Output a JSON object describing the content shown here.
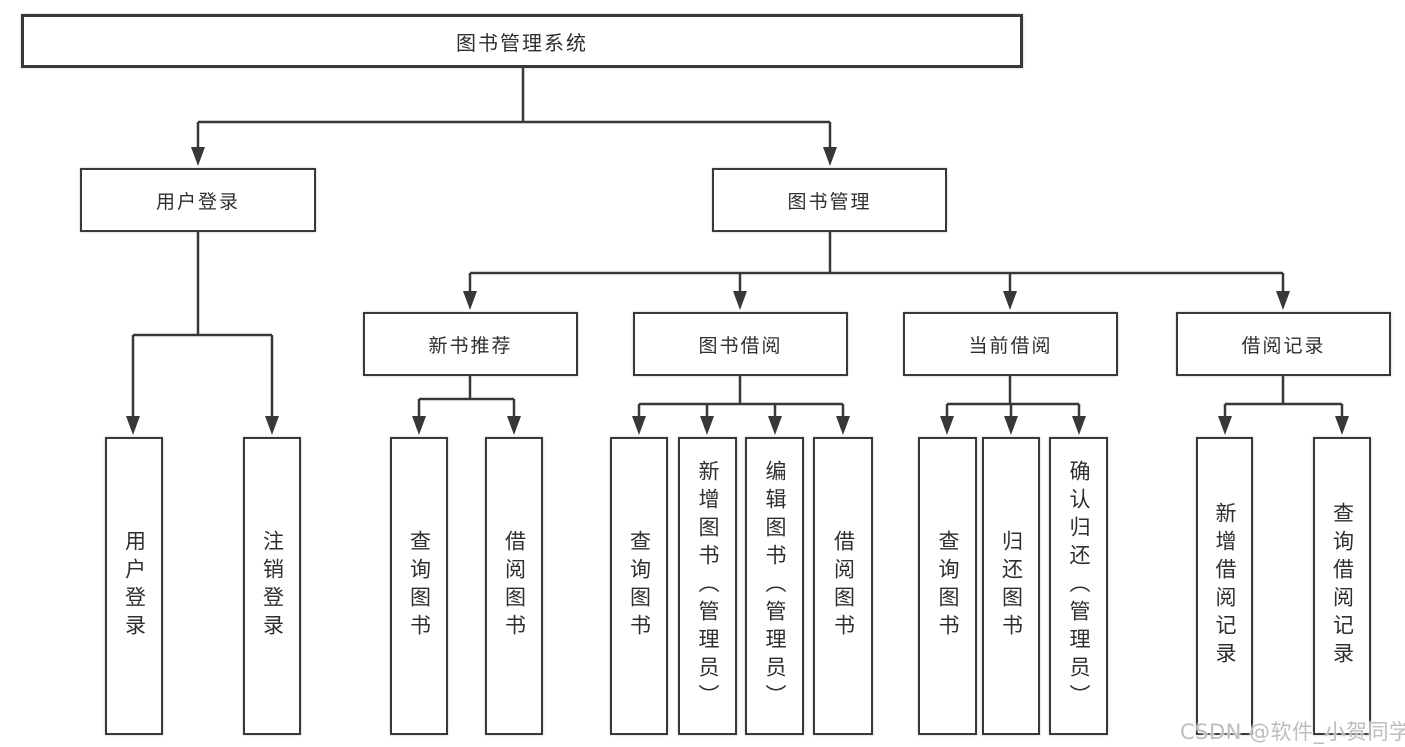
{
  "diagram": {
    "root": {
      "label": "图书管理系统"
    },
    "level2": [
      {
        "id": "user-login",
        "label": "用户登录"
      },
      {
        "id": "book-management",
        "label": "图书管理"
      }
    ],
    "level3": [
      {
        "id": "new-book-recommend",
        "label": "新书推荐"
      },
      {
        "id": "book-borrowing",
        "label": "图书借阅"
      },
      {
        "id": "current-borrowing",
        "label": "当前借阅"
      },
      {
        "id": "borrowing-records",
        "label": "借阅记录"
      }
    ],
    "leaves": [
      {
        "id": "user-login-leaf",
        "label": "用户登录"
      },
      {
        "id": "logout",
        "label": "注销登录"
      },
      {
        "id": "query-books-recommend",
        "label": "查询图书"
      },
      {
        "id": "borrow-books-recommend",
        "label": "借阅图书"
      },
      {
        "id": "query-books-borrow",
        "label": "查询图书"
      },
      {
        "id": "add-books-admin",
        "label": "新增图书（管理员）"
      },
      {
        "id": "edit-books-admin",
        "label": "编辑图书（管理员）"
      },
      {
        "id": "borrow-books-borrow",
        "label": "借阅图书"
      },
      {
        "id": "query-books-current",
        "label": "查询图书"
      },
      {
        "id": "return-books",
        "label": "归还图书"
      },
      {
        "id": "confirm-return-admin",
        "label": "确认归还（管理员）"
      },
      {
        "id": "add-borrow-record",
        "label": "新增借阅记录"
      },
      {
        "id": "query-borrow-record",
        "label": "查询借阅记录"
      }
    ]
  },
  "watermark": {
    "text": "CSDN @软件_小贺同学"
  },
  "colors": {
    "line": "#383838",
    "box_border": "#383838",
    "box_fill": "#ffffff",
    "text": "#2f2f2f",
    "watermark": "#bdbdbd",
    "background": "#ffffff"
  }
}
